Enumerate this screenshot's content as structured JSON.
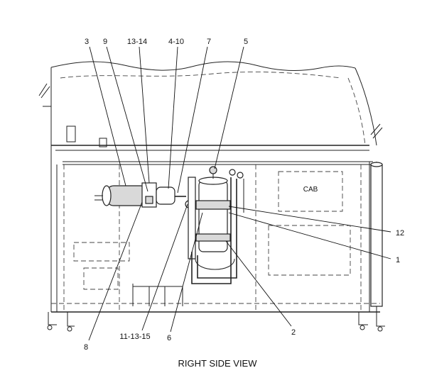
{
  "diagram": {
    "caption": "RIGHT SIDE VIEW",
    "cab_label": "CAB",
    "callouts": {
      "c3": "3",
      "c9": "9",
      "c13_14": "13-14",
      "c4_10": "4-10",
      "c7": "7",
      "c5": "5",
      "c12": "12",
      "c1": "1",
      "c2": "2",
      "c6": "6",
      "c11_13_15": "11-13-15",
      "c8": "8"
    }
  }
}
